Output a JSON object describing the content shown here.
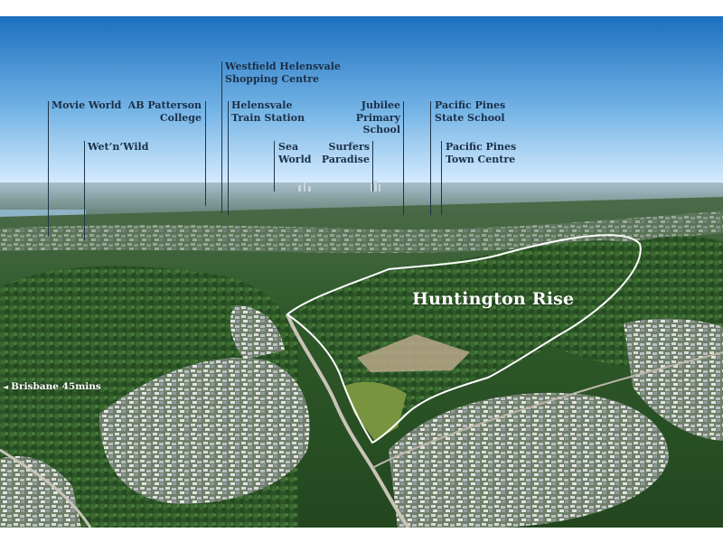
{
  "photo": {
    "sky_top_color": "#1c6fbf",
    "sky_horizon_color": "#dcefff",
    "forest_color": "#2f5a2a",
    "boundary_color": "#ffffff"
  },
  "landmarks": [
    {
      "id": "movie-world",
      "label": "Movie World"
    },
    {
      "id": "wet-n-wild",
      "label": "Wet’n’Wild"
    },
    {
      "id": "ab-patterson-college",
      "label": "AB Patterson\nCollege"
    },
    {
      "id": "westfield-helensvale",
      "label": "Westfield Helensvale\nShopping Centre"
    },
    {
      "id": "helensvale-train-station",
      "label": "Helensvale\nTrain Station"
    },
    {
      "id": "sea-world",
      "label": "Sea\nWorld"
    },
    {
      "id": "surfers-paradise",
      "label": "Surfers\nParadise"
    },
    {
      "id": "jubilee-primary-school",
      "label": "Jubilee\nPrimary School"
    },
    {
      "id": "pacific-pines-state-school",
      "label": "Pacific Pines\nState School"
    },
    {
      "id": "pacific-pines-town-centre",
      "label": "Pacific Pines\nTown Centre"
    }
  ],
  "estate": {
    "name": "Huntington Rise"
  },
  "direction": {
    "arrow_icon": "◄",
    "label": "Brisbane 45mins"
  }
}
